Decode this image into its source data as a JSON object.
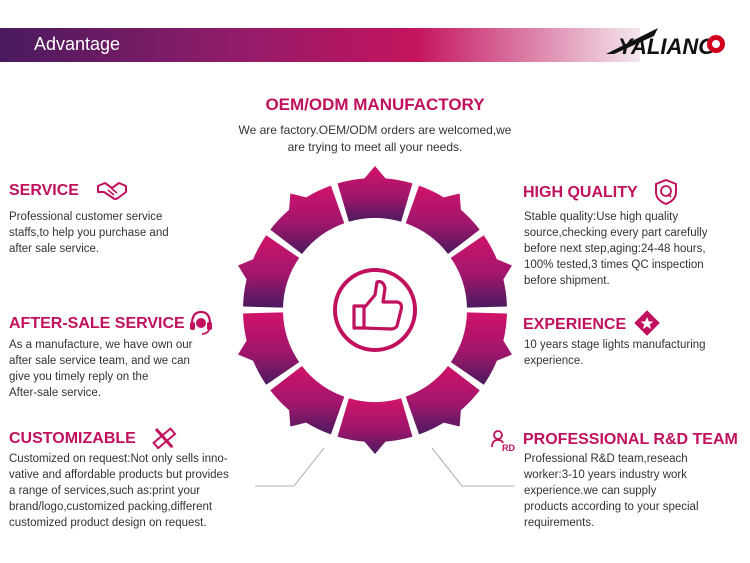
{
  "header": {
    "title": "Advantage",
    "logo_text": "YALIANG"
  },
  "main": {
    "heading": "OEM/ODM MANUFACTORY",
    "intro_line1": "We are factory.OEM/ODM orders are welcomed,we",
    "intro_line2": "are trying to meet all your needs."
  },
  "features": {
    "service": {
      "title": "SERVICE",
      "lines": [
        "Professional customer service",
        "staffs,to help you purchase and",
        "after sale service."
      ]
    },
    "after_sale": {
      "title": "AFTER-SALE SERVICE",
      "lines": [
        "As a manufacture, we have own our",
        "after sale service team, and we can",
        "give you timely reply on the",
        "After-sale service."
      ]
    },
    "customizable": {
      "title": "CUSTOMIZABLE",
      "lines": [
        "Customized on request:Not only sells inno-",
        "vative and affordable products but provides",
        "a range of services,such as:print your",
        "brand/logo,customized packing,different",
        "customized product design on request."
      ]
    },
    "high_quality": {
      "title": "HIGH QUALITY",
      "lines": [
        "Stable quality:Use high quality",
        "source,checking every part carefully",
        "before next step,aging:24-48 hours,",
        "100% tested,3 times QC inspection",
        "before shipment."
      ]
    },
    "experience": {
      "title": "EXPERIENCE",
      "lines": [
        "10 years stage lights manufacturing",
        "experience."
      ]
    },
    "rd_team": {
      "title": "PROFESSIONAL R&D TEAM",
      "icon_text": "RD",
      "lines": [
        "Professional R&D team,reseach",
        "worker:3-10 years industry work",
        "experience.we can supply",
        "products according to your special",
        "requirements."
      ]
    }
  },
  "colors": {
    "accent": "#c0105e",
    "dark": "#4a1a5e",
    "mid": "#8e1c6a"
  },
  "icons": [
    "handshake-icon",
    "headset-icon",
    "pencil-ruler-icon",
    "quality-shield-icon",
    "star-badge-icon",
    "rd-team-icon",
    "thumbs-up-icon"
  ]
}
